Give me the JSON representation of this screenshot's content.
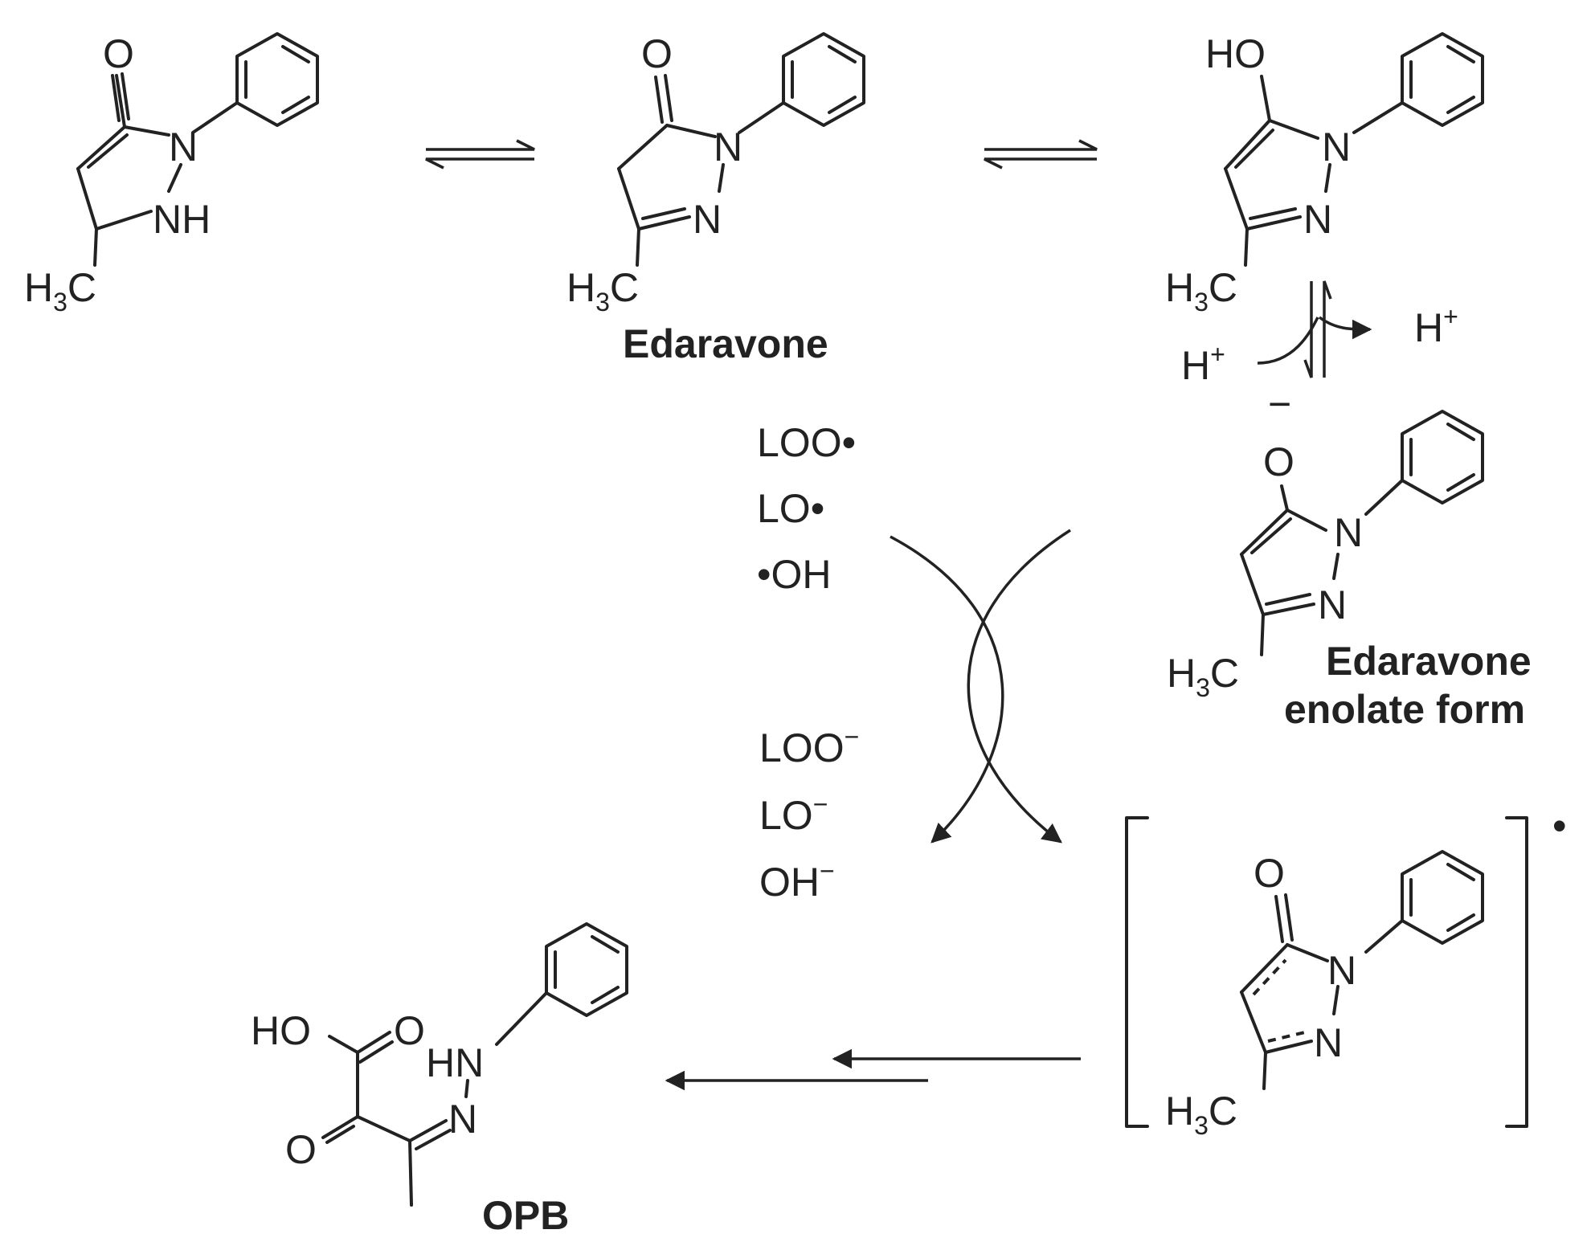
{
  "compounds": {
    "keto_nh": {
      "atoms": {
        "o": "O",
        "n1": "N",
        "n2": "NH",
        "methyl": "H3C"
      }
    },
    "edaravone": {
      "label": "Edaravone",
      "atoms": {
        "o": "O",
        "n1": "N",
        "n2": "N",
        "methyl": "H3C"
      }
    },
    "enol": {
      "atoms": {
        "oh": "HO",
        "n1": "N",
        "n2": "N",
        "methyl": "H3C"
      }
    },
    "enolate": {
      "label_line1": "Edaravone",
      "label_line2": "enolate form",
      "atoms": {
        "o": "O",
        "charge": "−",
        "n1": "N",
        "n2": "N",
        "methyl": "H3C"
      }
    },
    "radical": {
      "atoms": {
        "o": "O",
        "n1": "N",
        "n2": "N",
        "methyl": "H3C"
      },
      "dot": "•"
    },
    "opb": {
      "label": "OPB",
      "atoms": {
        "ho": "HO",
        "o_acid": "O",
        "hn": "HN",
        "n": "N",
        "o_keto": "O"
      }
    }
  },
  "proton": {
    "in": "H+",
    "out": "H+"
  },
  "radicals_in": [
    "LOO•",
    "LO•",
    "•OH"
  ],
  "anions_out": [
    "LOO−",
    "LO−",
    "OH−"
  ]
}
